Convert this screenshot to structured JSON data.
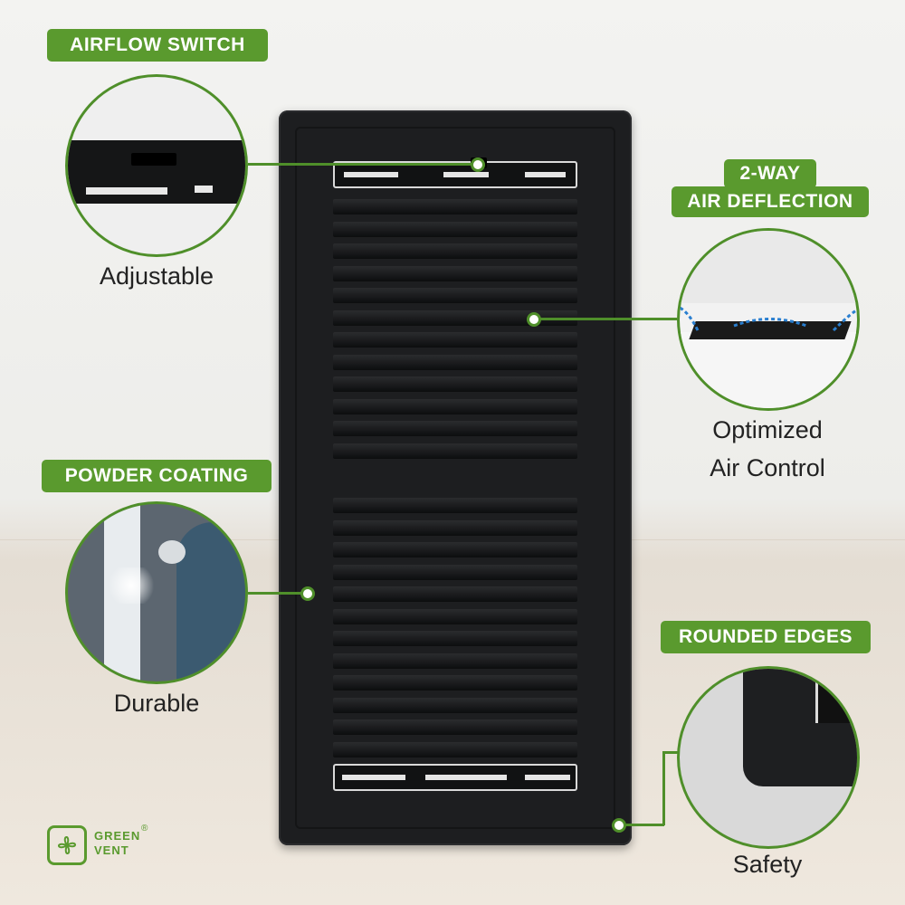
{
  "features": {
    "airflow_switch": {
      "label": "AIRFLOW SWITCH",
      "caption": "Adjustable"
    },
    "air_deflection": {
      "label_line1": "2-WAY",
      "label_line2": "AIR DEFLECTION",
      "caption_line1": "Optimized",
      "caption_line2": "Air Control"
    },
    "powder_coating": {
      "label": "POWDER COATING",
      "caption": "Durable"
    },
    "rounded_edges": {
      "label": "ROUNDED EDGES",
      "caption": "Safety"
    }
  },
  "brand": {
    "line1": "GREEN",
    "line2": "VENT",
    "registered": "®"
  },
  "colors": {
    "accent": "#5a9a2e",
    "vent": "#1d1e20"
  },
  "icons": [
    "fan-logo-icon"
  ]
}
